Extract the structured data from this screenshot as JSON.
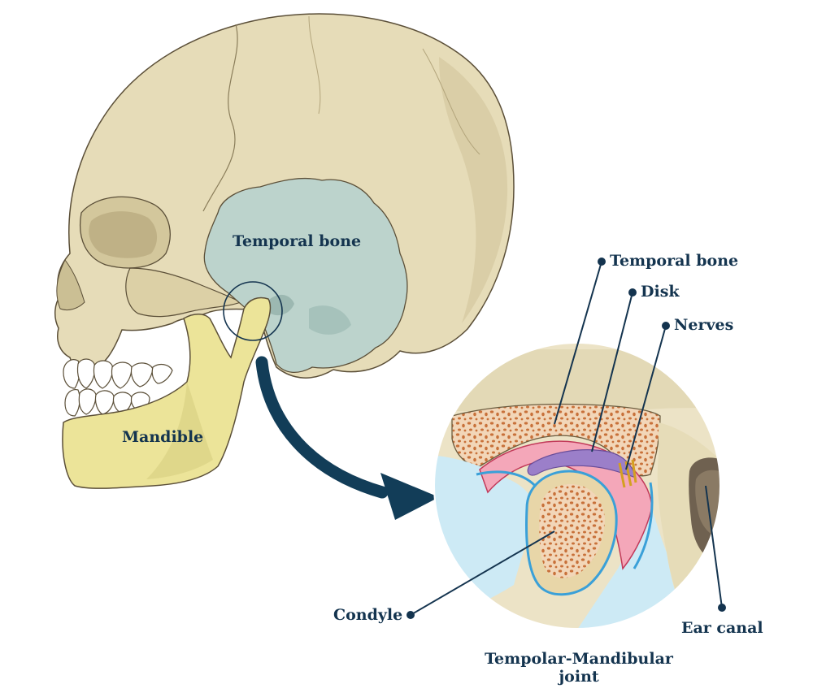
{
  "labels": {
    "temporal_bone_skull": "Temporal bone",
    "mandible": "Mandible",
    "temporal_bone_detail": "Temporal bone",
    "disk": "Disk",
    "nerves": "Nerves",
    "condyle": "Condyle",
    "ear_canal": "Ear canal",
    "joint_line1": "Tempolar-Mandibular",
    "joint_line2": "joint"
  },
  "colors": {
    "skull": "#e6dcb8",
    "skull_shadow": "#cfc39a",
    "temporal_bone": "#bcd3cc",
    "mandible": "#ece499",
    "label_text": "#14344f",
    "arrow": "#123d58",
    "detail_background": "#ece3c6",
    "bone_marrow_dots": "#c8713a",
    "disk": "#9b7fc9",
    "cartilage_pink": "#f4a7b9",
    "capsule_blue": "#3aa0d8",
    "soft_tissue_blue": "#cdeaf5",
    "ear_canal": "#6f6150"
  }
}
